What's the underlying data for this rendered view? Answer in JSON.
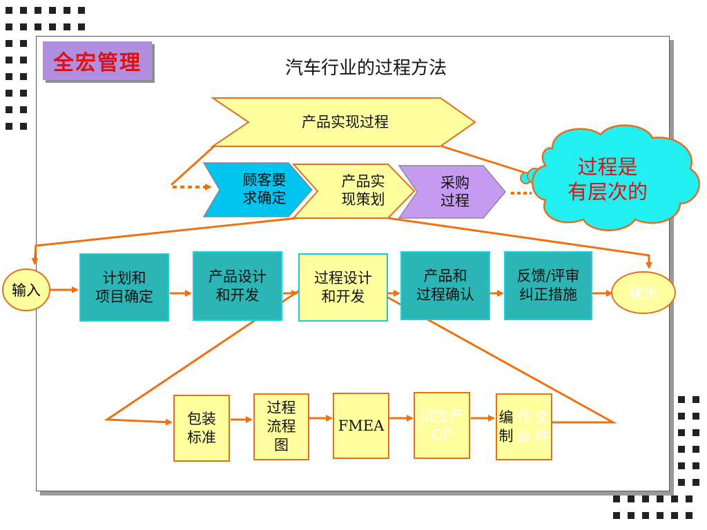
{
  "brand": {
    "label": "全宏管理"
  },
  "title": "汽车行业的过程方法",
  "top_chevron": {
    "label": "产品实现过程"
  },
  "sub_chevrons": [
    {
      "id": "customer",
      "label": "顾客要\n求确定",
      "color": "#00c4f0"
    },
    {
      "id": "planning",
      "label": "产品实\n现策划",
      "color": "#ffffa0"
    },
    {
      "id": "purchase",
      "label": "采购\n过程",
      "color": "#c59af0"
    }
  ],
  "callout": {
    "label": "过程是\n有层次的",
    "color": "#22f0f0",
    "text_color": "#e01010"
  },
  "main_flow": {
    "input": "输入",
    "output": "输出",
    "steps": [
      {
        "id": "plan",
        "label": "计划和\n项目确定"
      },
      {
        "id": "design",
        "label": "产品设计\n和开发"
      },
      {
        "id": "process",
        "label": "过程设计\n和开发"
      },
      {
        "id": "validation",
        "label": "产品和\n过程确认"
      },
      {
        "id": "feedback",
        "label": "反馈/评审\n纠正措施"
      }
    ]
  },
  "sub_flow": {
    "steps": [
      {
        "id": "packaging",
        "label": "包装\n标准"
      },
      {
        "id": "flowchart",
        "label": "过程\n流程\n图"
      },
      {
        "id": "fmea",
        "label": "FMEA"
      },
      {
        "id": "trial",
        "label": "试生产\nCP"
      },
      {
        "id": "work-docs",
        "label": "编制\n作业\n文件"
      }
    ]
  },
  "colors": {
    "arrow": "#f07010",
    "teal": "#2bb5b5",
    "yellow": "#ffffa0",
    "teal_border": "#1fd0e0",
    "orange_border": "#e07020"
  }
}
